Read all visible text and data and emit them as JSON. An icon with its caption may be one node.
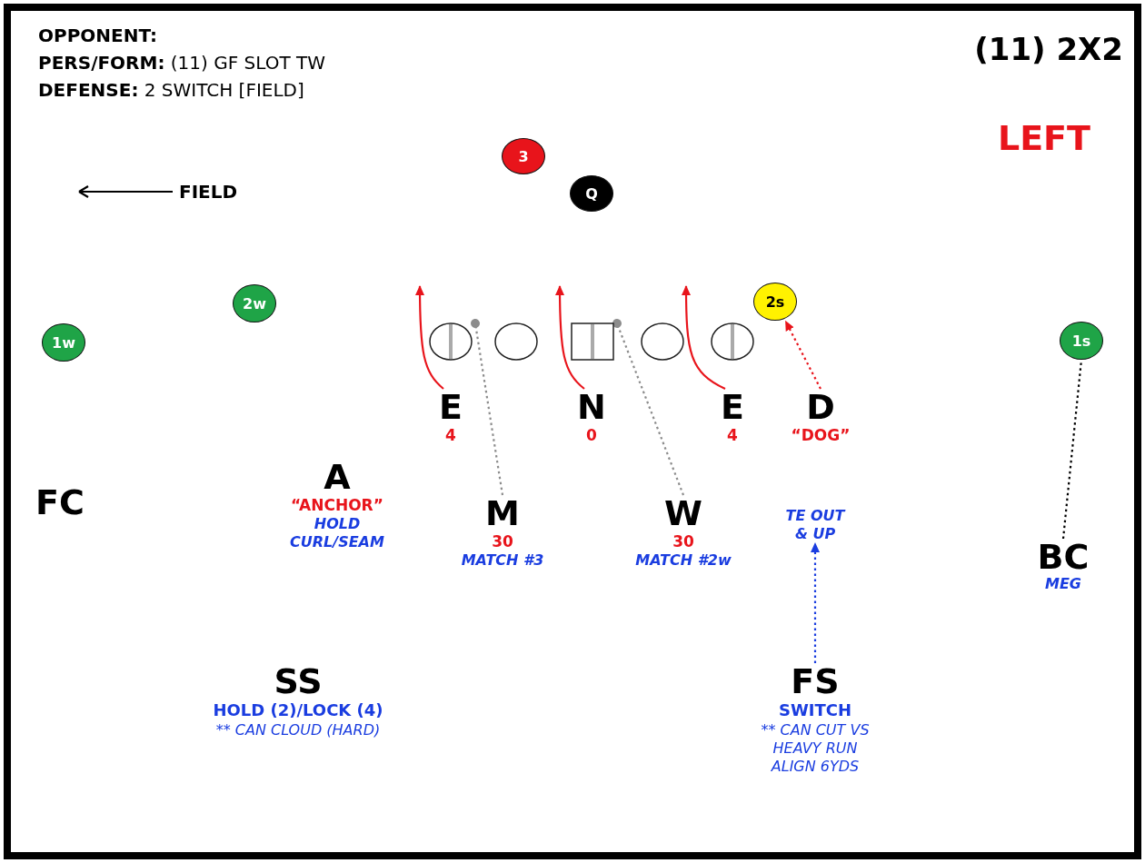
{
  "diagram": {
    "title": "(11) 2X2",
    "nodes": [
      {
        "text": [
          "3"
        ]
      },
      {
        "text": [
          "Q"
        ]
      },
      {
        "text": [
          "1w"
        ]
      },
      {
        "text": [
          "2w"
        ]
      },
      {
        "text": [
          "2s"
        ]
      },
      {
        "text": [
          "1s"
        ]
      },
      {
        "text": [],
        "shape": "circle"
      },
      {
        "text": [],
        "shape": "circle"
      },
      {
        "text": [],
        "shape": "box"
      },
      {
        "text": [],
        "shape": "circle"
      },
      {
        "text": [],
        "shape": "circle"
      },
      {
        "text": [
          "E",
          "4"
        ]
      },
      {
        "text": [
          "N",
          "0"
        ]
      },
      {
        "text": [
          "E",
          "4"
        ]
      },
      {
        "text": [
          "D",
          "“DOG”"
        ]
      },
      {
        "text": [
          "A",
          "“ANCHOR”",
          "HOLD CURL/SEAM"
        ]
      },
      {
        "text": [
          "FC"
        ]
      },
      {
        "text": [
          "M",
          "30",
          "MATCH #3"
        ]
      },
      {
        "text": [
          "W",
          "30",
          "MATCH #2w"
        ]
      },
      {
        "text": [
          "TE OUT & UP"
        ]
      },
      {
        "text": [
          "BC",
          "MEG"
        ]
      },
      {
        "text": [
          "SS",
          "HOLD (2)/LOCK (4)",
          "** CAN CLOUD (HARD)"
        ]
      },
      {
        "text": [
          "FS",
          "SWITCH",
          "** CAN CUT VS HEAVY RUN ALIGN 6YDS"
        ]
      }
    ],
    "edges": [
      {
        "from": 11,
        "to": null,
        "arrow": "to"
      },
      {
        "from": 12,
        "to": null,
        "arrow": "to"
      },
      {
        "from": 13,
        "to": null,
        "arrow": "to"
      },
      {
        "from": 14,
        "to": 4,
        "arrow": "to",
        "style": "dashed"
      },
      {
        "from": 17,
        "to": 6,
        "arrow": "other",
        "style": "dashed",
        "color": "#8c8c8c"
      },
      {
        "from": 18,
        "to": 8,
        "arrow": "other",
        "style": "dashed",
        "color": "#8c8c8c"
      },
      {
        "from": 20,
        "to": 5,
        "arrow": "none",
        "style": "dashed",
        "color": "#000000"
      },
      {
        "from": 22,
        "to": 19,
        "arrow": "to",
        "style": "dashed",
        "color": "#1a3de0"
      }
    ],
    "labels": [
      "OPPONENT:",
      "**PERS/FORM:** (11) GF SLOT TW",
      "**DEFENSE:** 2 SWITCH [FIELD]",
      "LEFT",
      "FIELD"
    ]
  }
}
